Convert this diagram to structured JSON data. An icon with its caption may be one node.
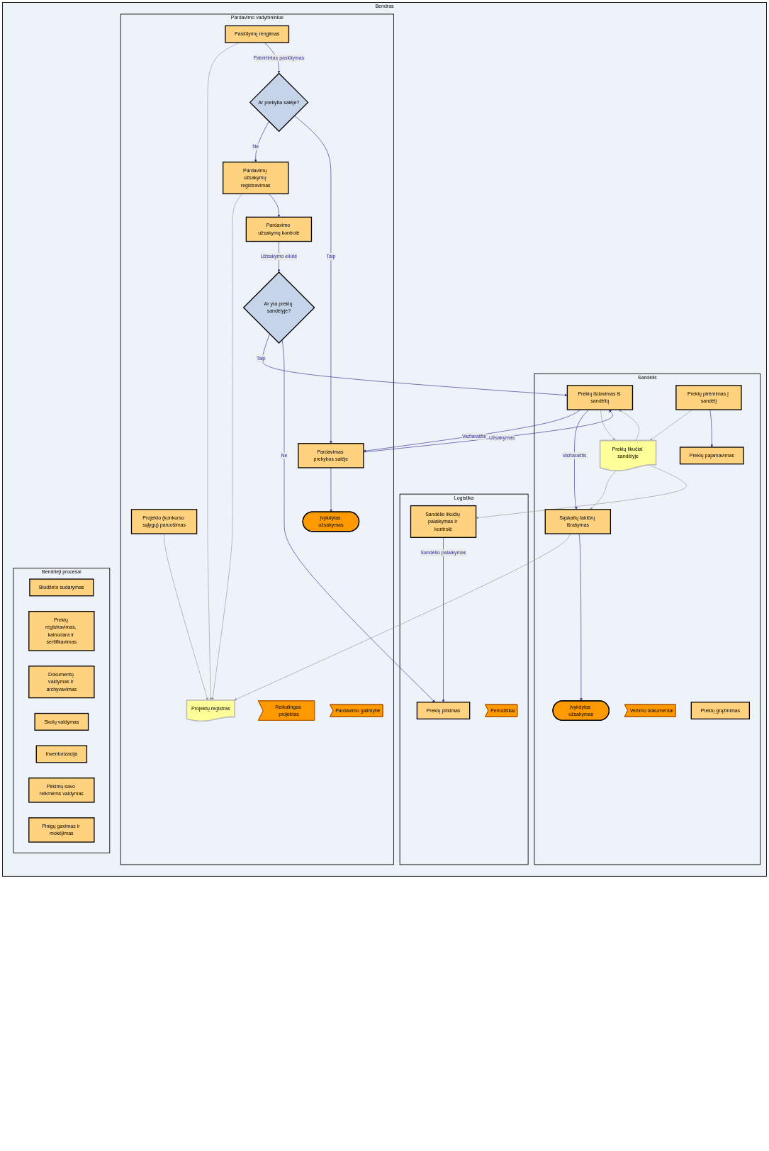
{
  "diagram": {
    "nodes": [
      {
        "text": [
          "Bendras"
        ]
      },
      {
        "text": [
          "Pardavimo vadybininkai"
        ],
        "in": 0
      },
      {
        "text": [
          "Sandėlis"
        ],
        "in": 0
      },
      {
        "text": [
          "Logistika"
        ],
        "in": 0
      },
      {
        "text": [
          "Bendrieji procesai"
        ],
        "in": 0
      },
      {
        "text": [
          "Reikalingas projektas"
        ],
        "in": 1
      },
      {
        "text": [
          "Projekto (konkurso sąlygų) paruošimas"
        ],
        "in": 1
      },
      {
        "text": [
          "Projektų registras"
        ],
        "in": 1
      },
      {
        "text": [
          "Pardavimo galimybė"
        ],
        "in": 1
      },
      {
        "text": [
          "Pasiūlymų rengimas"
        ],
        "in": 1
      },
      {
        "text": [
          "Ar prekyba salėje?"
        ],
        "in": 1
      },
      {
        "text": [
          "Pardavimas prekybos salėje"
        ],
        "in": 1
      },
      {
        "text": [
          "Įvykdytas užsakymas"
        ],
        "in": 1
      },
      {
        "text": [
          "Pardavimų užsakymų registravimas"
        ],
        "in": 1
      },
      {
        "text": [
          "Pardavimo užsakymų kontrolė"
        ],
        "in": 1
      },
      {
        "text": [
          "Ar yra prekių sandėlyje?"
        ],
        "in": 1
      },
      {
        "text": [
          "Prekių išdavimas iš sandėlių"
        ],
        "in": 2
      },
      {
        "text": [
          "Sąskaitų faktūrų išrašymas"
        ],
        "in": 2
      },
      {
        "text": [
          "Įvykdytas užsakymas"
        ],
        "in": 2
      },
      {
        "text": [
          "Prekių likučiai sandėlyje"
        ],
        "in": 2
      },
      {
        "text": [
          "Vežimo dokumentai"
        ],
        "in": 2
      },
      {
        "text": [
          "Prekių pirėmimas į sandėlį"
        ],
        "in": 2
      },
      {
        "text": [
          "Prekių pajamavimas"
        ],
        "in": 2
      },
      {
        "text": [
          "Prekių grąžinimas"
        ],
        "in": 2
      },
      {
        "text": [
          "Periodiškai"
        ],
        "in": 3
      },
      {
        "text": [
          "Sandėlio likučių palaikymas ir kontrolė"
        ],
        "in": 3
      },
      {
        "text": [
          "Prekių pirkimas"
        ],
        "in": 3
      },
      {
        "text": [
          "Biudžeto sudarymas"
        ],
        "in": 4
      },
      {
        "text": [
          "Prekių registravimas, kainodara ir sertifikavimas"
        ],
        "in": 4
      },
      {
        "text": [
          "Dokumentų valdymas ir archyvavimas"
        ],
        "in": 4
      },
      {
        "text": [
          "Skolų valdymas"
        ],
        "in": 4
      },
      {
        "text": [
          "Inventorizacija"
        ],
        "in": 4
      },
      {
        "text": [
          "Pirkimų savo reikmėms valdymas"
        ],
        "in": 4
      },
      {
        "text": [
          "Pinigų gavimas ir mokėjimas"
        ],
        "in": 4
      }
    ],
    "edges": [
      {
        "from": 6,
        "to": 7,
        "arrow": "to",
        "color": "#999999"
      },
      {
        "from": 9,
        "to": 7,
        "arrow": "to",
        "color": "#999999"
      },
      {
        "from": 13,
        "to": 7,
        "arrow": "to",
        "color": "#999999"
      },
      {
        "from": 17,
        "to": 7,
        "arrow": "to",
        "color": "#999999"
      },
      {
        "from": 9,
        "to": 10,
        "arrow": "to",
        "label": "Patvirtintas pasiūlymas"
      },
      {
        "from": 10,
        "to": 13,
        "arrow": "to",
        "label": "Ne"
      },
      {
        "from": 10,
        "to": 11,
        "arrow": "to",
        "label": "Taip"
      },
      {
        "from": 11,
        "to": 12,
        "arrow": "to"
      },
      {
        "from": 13,
        "to": 14,
        "arrow": "to"
      },
      {
        "from": 14,
        "to": 15,
        "arrow": "to",
        "label": "Užsakymo eilutė"
      },
      {
        "from": 15,
        "to": 16,
        "arrow": "to",
        "label": "Taip"
      },
      {
        "from": 15,
        "to": 26,
        "arrow": "to",
        "label": "Ne"
      },
      {
        "from": 16,
        "to": 11,
        "arrow": "to",
        "label": "Važtaraštis"
      },
      {
        "from": 11,
        "to": 16,
        "arrow": "to",
        "label": "Užsakymas"
      },
      {
        "from": 16,
        "to": 17,
        "arrow": "to",
        "label": "Važtaraštis"
      },
      {
        "from": 17,
        "to": 18,
        "arrow": "to"
      },
      {
        "from": 16,
        "to": 19,
        "arrow": "to",
        "color": "#999999"
      },
      {
        "from": 19,
        "to": 16,
        "arrow": "to",
        "color": "#999999"
      },
      {
        "from": 21,
        "to": 19,
        "arrow": "to",
        "color": "#999999"
      },
      {
        "from": 19,
        "to": 17,
        "arrow": "to",
        "color": "#999999"
      },
      {
        "from": 19,
        "to": 25,
        "arrow": "to",
        "color": "#999999"
      },
      {
        "from": 21,
        "to": 22,
        "arrow": "to"
      },
      {
        "from": 25,
        "to": 26,
        "arrow": "to",
        "label": "Sandėlio palaikymas"
      }
    ]
  }
}
